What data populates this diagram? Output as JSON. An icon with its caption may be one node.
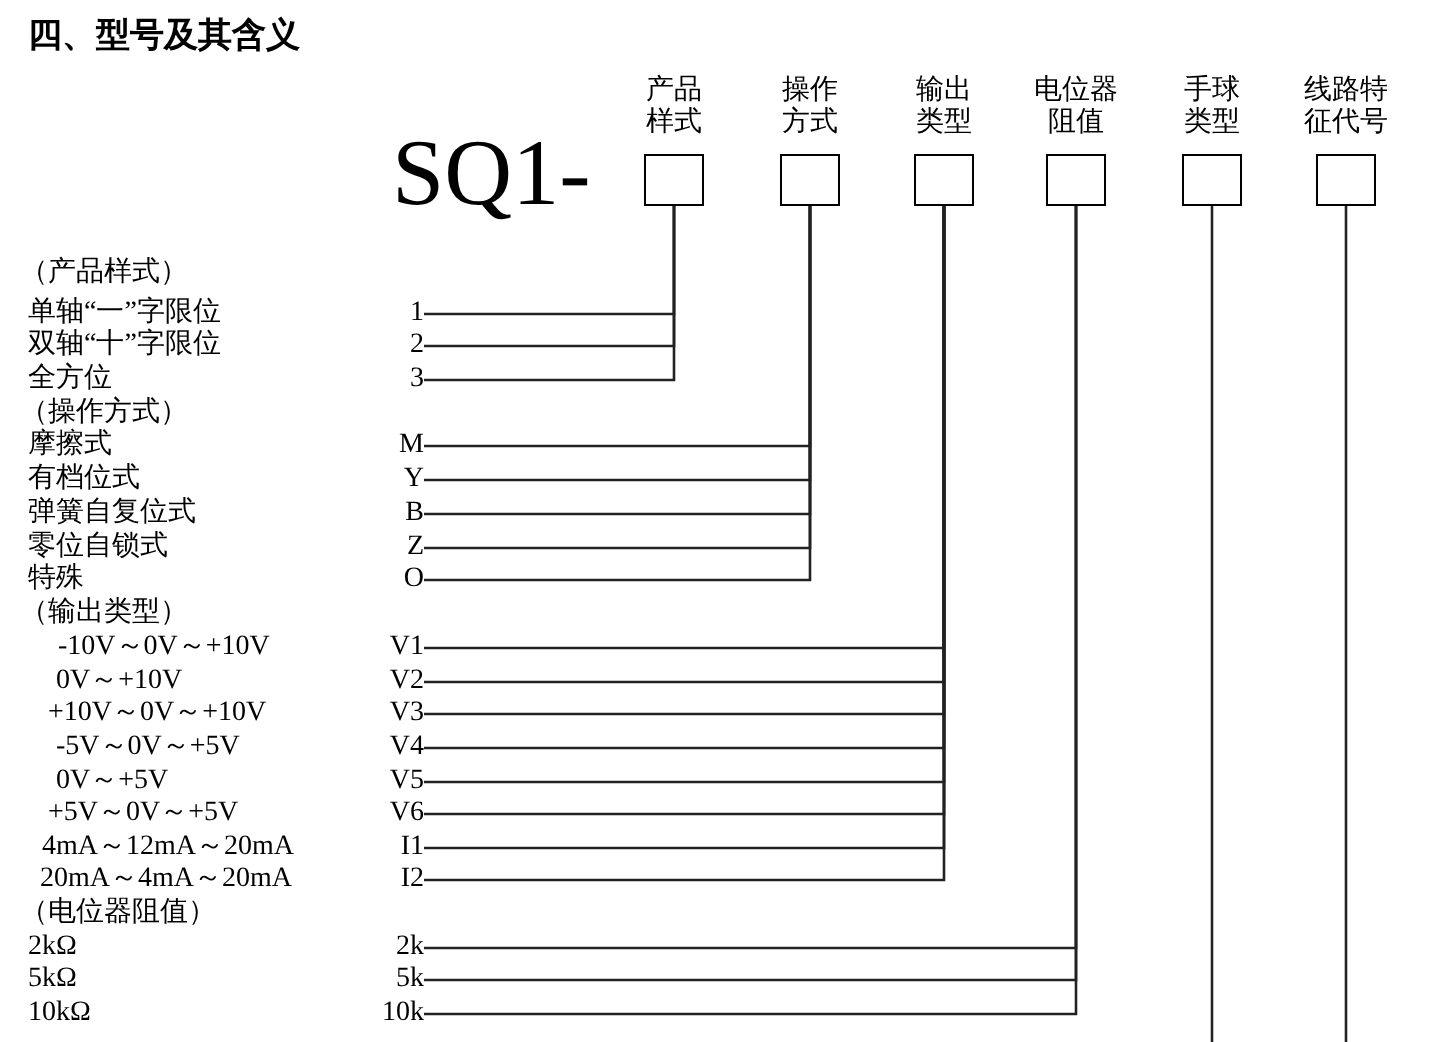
{
  "diagram": {
    "title": "四、型号及其含义",
    "nodes": [
      {
        "text": [
          "产品样式"
        ]
      },
      {
        "text": [
          "操作方式"
        ]
      },
      {
        "text": [
          "输出类型"
        ]
      },
      {
        "text": [
          "电位器阻值"
        ]
      },
      {
        "text": [
          "手球类型"
        ]
      },
      {
        "text": [
          "线路特征代号"
        ]
      },
      {
        "text": [
          "1"
        ],
        "beside": [
          "单轴“一”字限位"
        ]
      },
      {
        "text": [
          "2"
        ],
        "beside": [
          "双轴“十”字限位"
        ]
      },
      {
        "text": [
          "3"
        ],
        "beside": [
          "全方位"
        ]
      },
      {
        "text": [
          "M"
        ],
        "beside": [
          "摩擦式"
        ]
      },
      {
        "text": [
          "Y"
        ],
        "beside": [
          "有档位式"
        ]
      },
      {
        "text": [
          "B"
        ],
        "beside": [
          "弹簧自复位式"
        ]
      },
      {
        "text": [
          "Z"
        ],
        "beside": [
          "零位自锁式"
        ]
      },
      {
        "text": [
          "O"
        ],
        "beside": [
          "特殊"
        ]
      },
      {
        "text": [
          "V1"
        ],
        "beside": [
          "-10V～0V～+10V"
        ]
      },
      {
        "text": [
          "V2"
        ],
        "beside": [
          "0V～+10V"
        ]
      },
      {
        "text": [
          "V3"
        ],
        "beside": [
          "+10V～0V～+10V"
        ]
      },
      {
        "text": [
          "V4"
        ],
        "beside": [
          "-5V～0V～+5V"
        ]
      },
      {
        "text": [
          "V5"
        ],
        "beside": [
          "0V～+5V"
        ]
      },
      {
        "text": [
          "V6"
        ],
        "beside": [
          "+5V～0V～+5V"
        ]
      },
      {
        "text": [
          "I1"
        ],
        "beside": [
          "4mA～12mA～20mA"
        ]
      },
      {
        "text": [
          "I2"
        ],
        "beside": [
          "20mA～4mA～20mA"
        ]
      },
      {
        "text": [
          "2k"
        ],
        "beside": [
          "2kΩ"
        ]
      },
      {
        "text": [
          "5k"
        ],
        "beside": [
          "5kΩ"
        ]
      },
      {
        "text": [
          "10k"
        ],
        "beside": [
          "10kΩ"
        ]
      }
    ],
    "edges": [
      {
        "from": 0,
        "to": 6,
        "arrow": "none"
      },
      {
        "from": 0,
        "to": 7,
        "arrow": "none"
      },
      {
        "from": 0,
        "to": 8,
        "arrow": "none"
      },
      {
        "from": 1,
        "to": 9,
        "arrow": "none"
      },
      {
        "from": 1,
        "to": 10,
        "arrow": "none"
      },
      {
        "from": 1,
        "to": 11,
        "arrow": "none"
      },
      {
        "from": 1,
        "to": 12,
        "arrow": "none"
      },
      {
        "from": 1,
        "to": 13,
        "arrow": "none"
      },
      {
        "from": 2,
        "to": 14,
        "arrow": "none"
      },
      {
        "from": 2,
        "to": 15,
        "arrow": "none"
      },
      {
        "from": 2,
        "to": 16,
        "arrow": "none"
      },
      {
        "from": 2,
        "to": 17,
        "arrow": "none"
      },
      {
        "from": 2,
        "to": 18,
        "arrow": "none"
      },
      {
        "from": 2,
        "to": 19,
        "arrow": "none"
      },
      {
        "from": 2,
        "to": 20,
        "arrow": "none"
      },
      {
        "from": 2,
        "to": 21,
        "arrow": "none"
      },
      {
        "from": 3,
        "to": 22,
        "arrow": "none"
      },
      {
        "from": 3,
        "to": 23,
        "arrow": "none"
      },
      {
        "from": 3,
        "to": 24,
        "arrow": "none"
      },
      {
        "from": 4,
        "to": null,
        "arrow": "none"
      },
      {
        "from": 5,
        "to": null,
        "arrow": "none"
      }
    ],
    "labels": [
      "SQ1-",
      "（产品样式）",
      "（操作方式）",
      "（输出类型）",
      "（电位器阻值）"
    ]
  }
}
